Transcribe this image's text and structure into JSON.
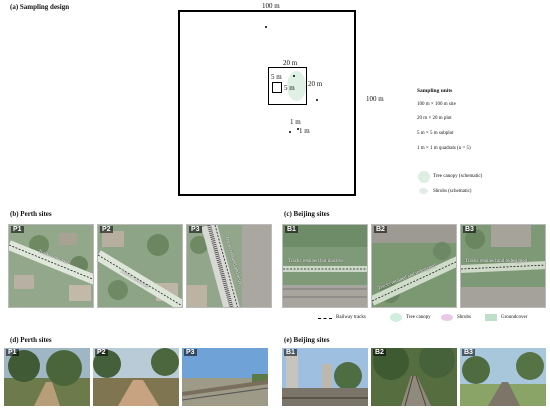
{
  "sections": {
    "a": "(a) Sampling design",
    "b": "(b) Perth sites",
    "c": "(c) Beijing sites",
    "d": "(d) Perth sites",
    "e": "(e) Beijing sites"
  },
  "design": {
    "site_top": "100 m",
    "site_right": "100 m",
    "plot_top": "20 m",
    "plot_right": "20 m",
    "subplot_left": "5 m",
    "subplot_right": "5 m",
    "quadrat_a": "1 m",
    "quadrat_b": "1 m"
  },
  "units": {
    "title": "Sampling units",
    "items": [
      "100 m × 100 m site",
      "20 m × 20 m plot",
      "5 m × 5 m subplot",
      "1 m × 1 m quadrats (n = 5)"
    ],
    "tree": "Tree canopy (schematic)",
    "shrub": "Shrubs (schematic)"
  },
  "perth_aerial": [
    {
      "label": "P1",
      "annot": "Tracks removed"
    },
    {
      "label": "P2",
      "annot": "Tracks removed"
    },
    {
      "label": "P3",
      "annot": "Tracks retained and active"
    }
  ],
  "beijing_aerial": [
    {
      "label": "B1",
      "annot": "Tracks retained but inactive"
    },
    {
      "label": "B2",
      "annot": "Tracks retained and redesigned"
    },
    {
      "label": "B3",
      "annot": "Tracks retained and redesigned"
    }
  ],
  "legend": {
    "rail": "Railway tracks",
    "tree": "Tree canopy",
    "shrub": "Shrubs",
    "ground": "Groundcover"
  },
  "perth_photos": [
    "P1",
    "P2",
    "P3"
  ],
  "beijing_photos": [
    "B1",
    "B2",
    "B3"
  ],
  "colors": {
    "tree": "#cfeedd",
    "shrub": "#e8c9e6",
    "ground": "#bfe0c8"
  }
}
